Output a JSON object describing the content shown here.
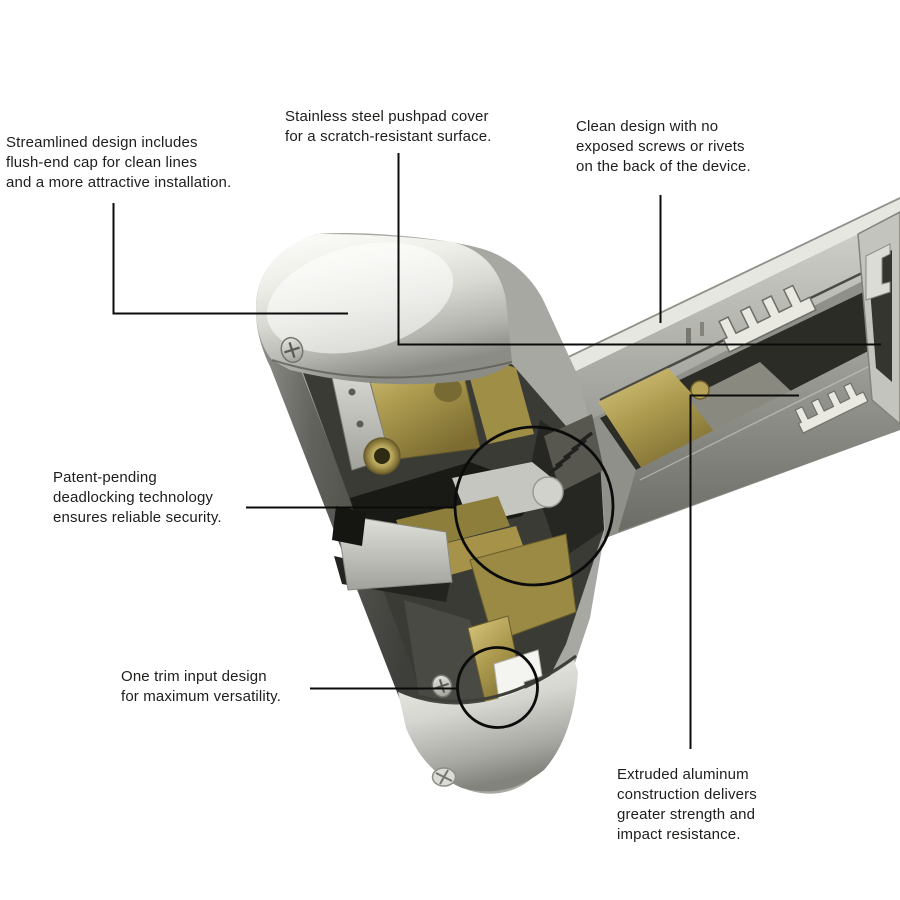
{
  "diagram_type": "product-callout-diagram",
  "callouts": [
    {
      "id": "flush-end-cap",
      "lines": [
        "Streamlined design includes",
        "flush-end cap for clean lines",
        "and a more attractive installation."
      ]
    },
    {
      "id": "pushpad-cover",
      "lines": [
        "Stainless steel pushpad cover",
        "for a scratch-resistant surface."
      ]
    },
    {
      "id": "clean-back",
      "lines": [
        "Clean design with no",
        "exposed screws or rivets",
        "on the back of the device."
      ]
    },
    {
      "id": "deadlocking",
      "lines": [
        "Patent-pending",
        "deadlocking technology",
        "ensures reliable security."
      ]
    },
    {
      "id": "trim-input",
      "lines": [
        "One trim input design",
        "for maximum versatility."
      ]
    },
    {
      "id": "extruded-aluminum",
      "lines": [
        "Extruded aluminum",
        "construction delivers",
        "greater strength and",
        "impact resistance."
      ]
    }
  ],
  "colors": {
    "background": "#ffffff",
    "text": "#1d1d1b",
    "annotation_line": "#0b0b0b",
    "chrome_highlight": "#f4f4f0",
    "steel_mid": "#a8a8a2",
    "steel_dark": "#3e3e3a",
    "brass": "#ab9a4e"
  }
}
